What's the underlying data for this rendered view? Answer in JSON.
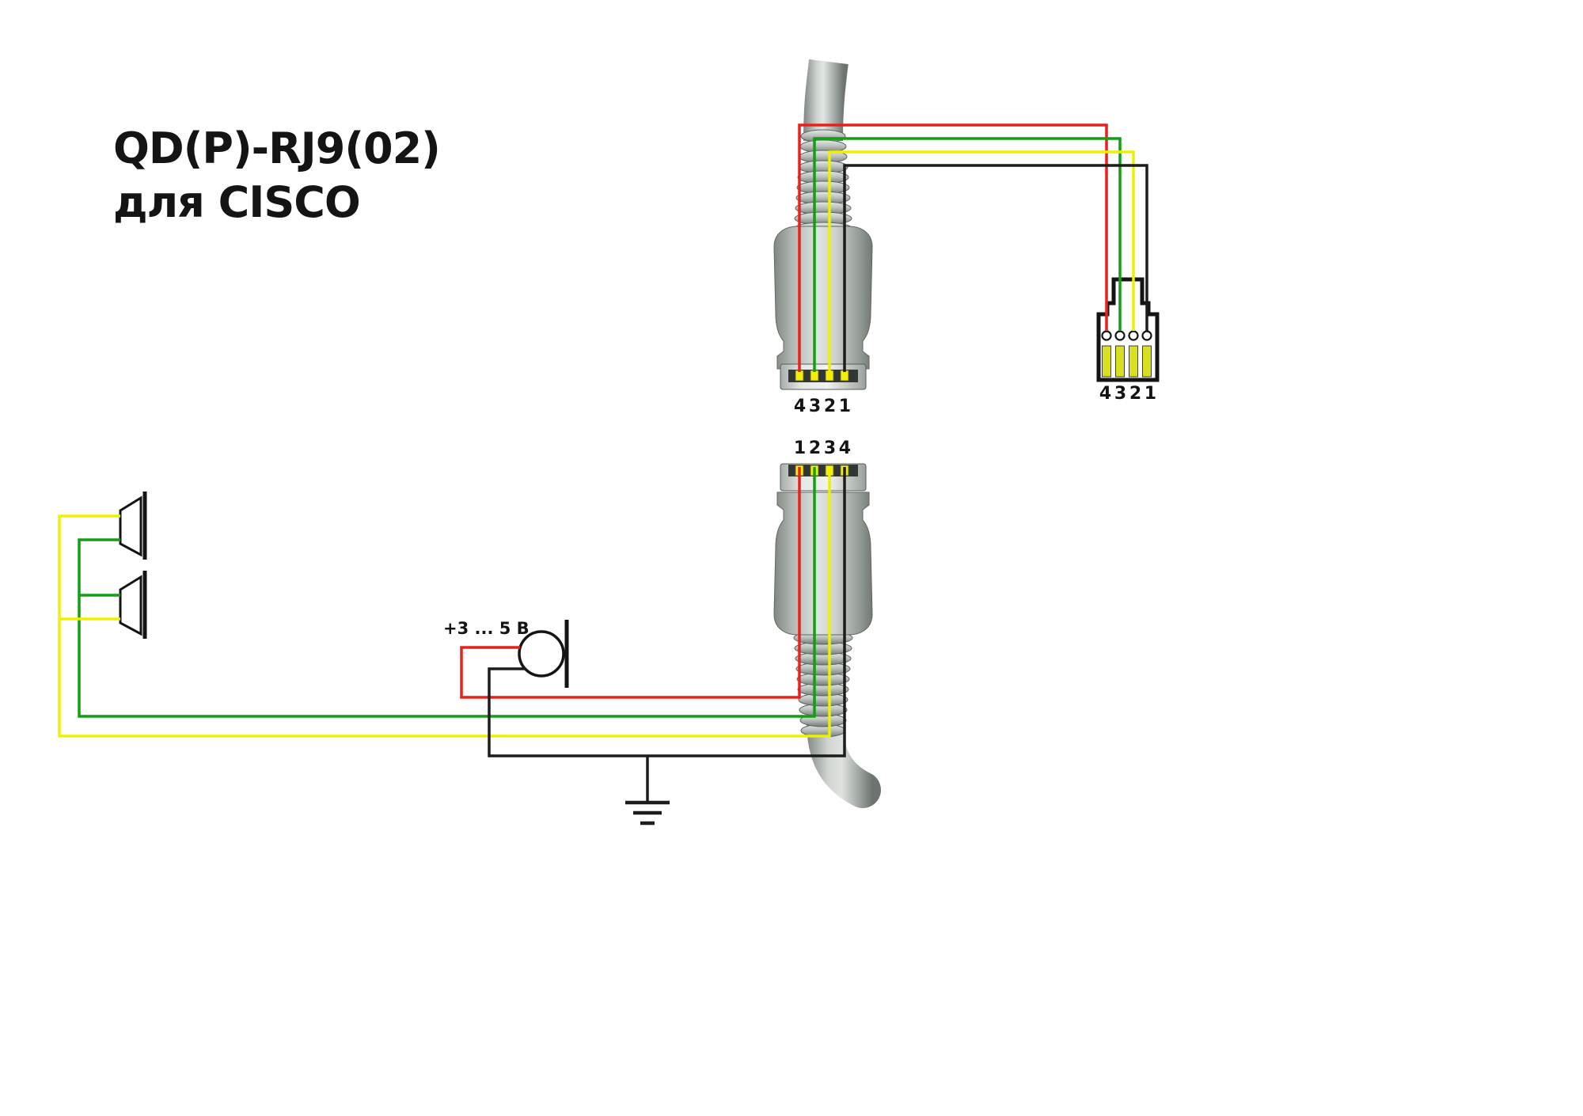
{
  "title": {
    "line1": "QD(P)-RJ9(02)",
    "line2": "для CISCO"
  },
  "labels": {
    "qd_top_pins": "4 3 2 1",
    "qd_bottom_pins": "1 2 3 4",
    "rj9_pins": "4 3 2 1",
    "mic_voltage": "+3 ... 5 В"
  },
  "colors": {
    "wire_red": "#e8211b",
    "wire_green": "#12a012",
    "wire_yellow": "#edf000",
    "wire_black": "#1c1c1c",
    "qd_contact": "#f4ee00",
    "rj9_pin": "#d9e021"
  }
}
